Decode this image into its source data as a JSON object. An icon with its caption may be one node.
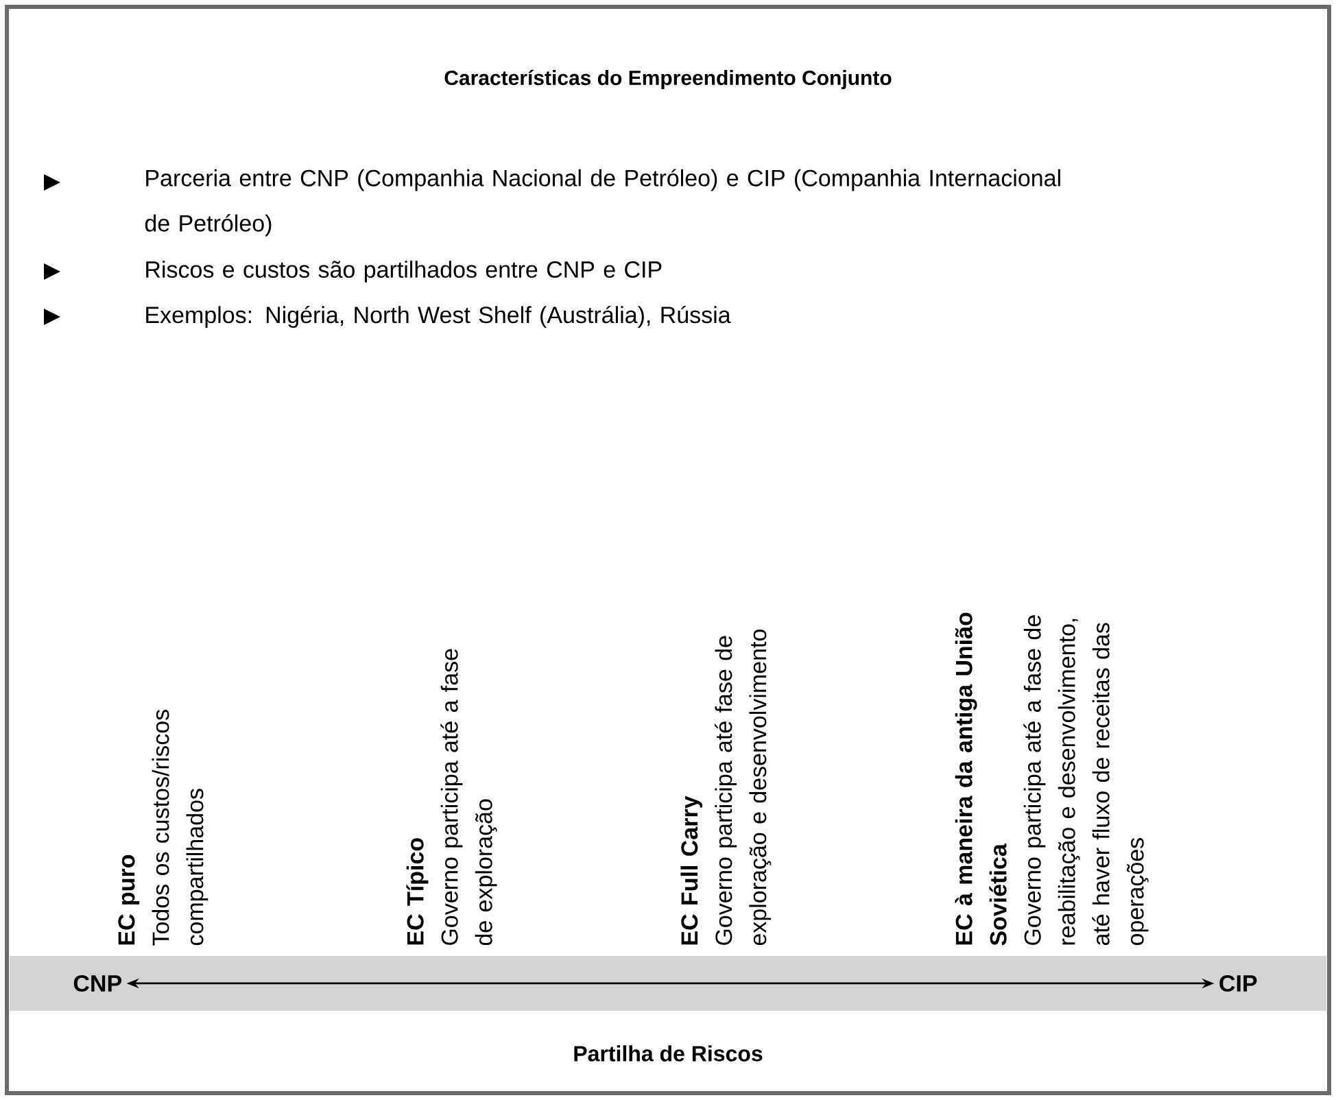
{
  "diagram": {
    "title": "Características do Empreendimento Conjunto",
    "nodes": [
      {
        "text": [
          "CNP"
        ]
      },
      {
        "text": [
          "CIP"
        ]
      }
    ],
    "edges": [
      {
        "from": 0,
        "to": 1,
        "arrow": "both"
      }
    ],
    "labels": [
      "Parceria entre CNP (Companhia Nacional de Petróleo) e CIP (Companhia Internacional de Petróleo)",
      "Riscos e custos são partilhados entre CNP e CIP",
      "Exemplos: Nigéria, North West Shelf (Austrália), Rússia",
      "EC puro",
      "Todos os custos/riscos compartilhados",
      "EC Típico",
      "Governo participa até a fase de exploração",
      "EC Full Carry",
      "Governo participa até fase de exploração e desenvolvimento",
      "EC à maneira da antiga União Soviética",
      "Governo participa até a fase de reabilitação e desenvolvimento, até haver fluxo de receitas das operações",
      "Partilha de Riscos"
    ]
  }
}
